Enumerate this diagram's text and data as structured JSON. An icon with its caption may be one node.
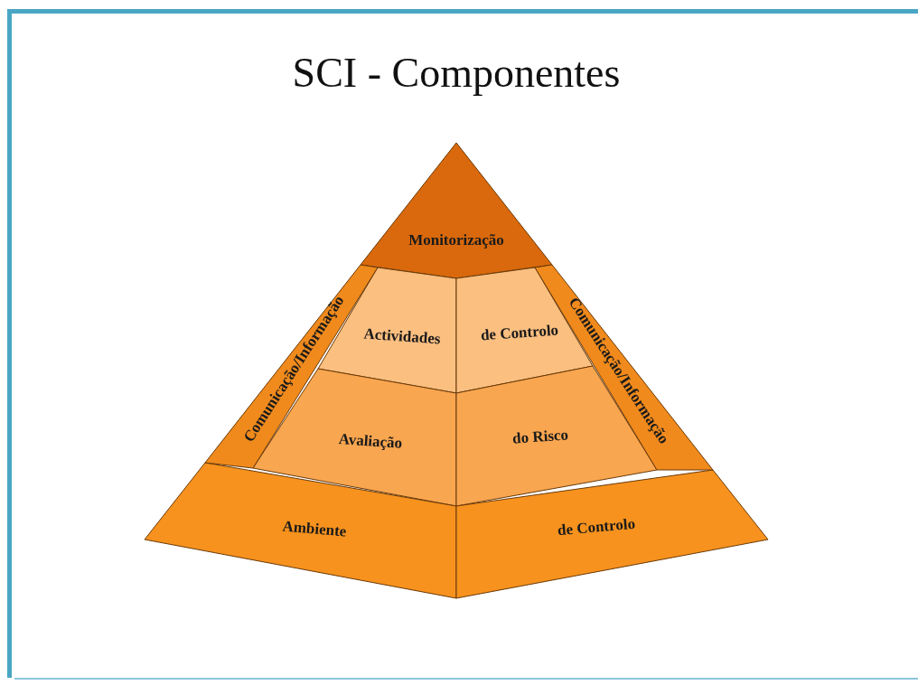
{
  "diagram": {
    "title": "SCI - Componentes",
    "nodes": [
      {
        "text": [
          "Monitorização"
        ]
      },
      {
        "text": [
          "Actividades"
        ]
      },
      {
        "text": [
          "de Controlo"
        ]
      },
      {
        "text": [
          "Avaliação"
        ]
      },
      {
        "text": [
          "do Risco"
        ]
      },
      {
        "text": [
          "Ambiente"
        ]
      },
      {
        "text": [
          "de Controlo"
        ]
      },
      {
        "text": [
          "Comunicação/Informação"
        ]
      },
      {
        "text": [
          "Comunicação/Informação"
        ]
      }
    ]
  }
}
